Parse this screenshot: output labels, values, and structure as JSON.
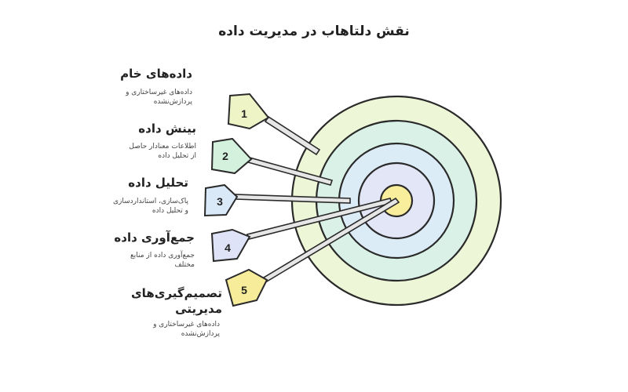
{
  "title": "نقش دلتاهاب در مدیریت داده",
  "steps": [
    {
      "number": "1",
      "heading": "داده‌های خام",
      "desc_line1": "داده‌های غیرساختاری و",
      "desc_line2": "پردازش‌نشده"
    },
    {
      "number": "2",
      "heading": "بینش داده",
      "desc_line1": "اطلاعات معنادار حاصل",
      "desc_line2": "از تحلیل داده"
    },
    {
      "number": "3",
      "heading": "تحلیل داده",
      "desc_line1": "پاک‌سازی، استانداردسازی",
      "desc_line2": "و تحلیل داده"
    },
    {
      "number": "4",
      "heading": "جمع‌آوری داده",
      "desc_line1": "جمع‌آوری داده از منابع",
      "desc_line2": "مختلف"
    },
    {
      "number": "5",
      "heading_line1": "تصمیم‌گیری‌های",
      "heading_line2": "مدیریتی",
      "desc_line1": "داده‌های غیرساختاری و",
      "desc_line2": "پردازش‌نشده"
    }
  ],
  "colors": {
    "ring_outer": "#eef6d8",
    "ring_2": "#d9f1e6",
    "ring_3": "#dcecf7",
    "ring_4": "#e3e6f7",
    "bullseye": "#f8ee9c",
    "dart_1": "#eef4c6",
    "dart_2": "#d4f1de",
    "dart_3": "#d9e9f8",
    "dart_4": "#dfe3f7",
    "dart_5": "#f7ec99",
    "stroke": "#2a2a2a"
  }
}
